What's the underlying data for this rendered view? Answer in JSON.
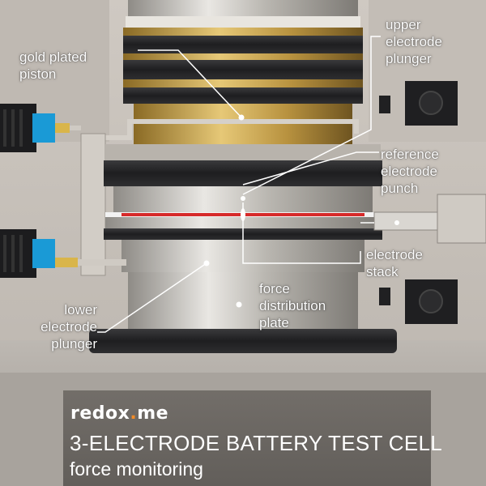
{
  "brand": {
    "name_main": "redox",
    "name_accent": ".",
    "name_end": "me"
  },
  "title": "3-ELECTRODE BATTERY TEST CELL",
  "subtitle": "force monitoring",
  "labels": {
    "gold_plated_piston": "gold plated\npiston",
    "upper_electrode_plunger": "upper\nelectrode\nplunger",
    "reference_electrode_punch": "reference\nelectrode\npunch",
    "electrode_stack": "electrode\nstack",
    "force_distribution_plate": "force\ndistribution\nplate",
    "lower_electrode_plunger": "lower\nelectrode\nplunger"
  },
  "colors": {
    "housing": "#c5bfb8",
    "gold": "#c9a24a",
    "dark_ring": "#2b2b2d",
    "connector_blue": "#1a9ad6",
    "separator_red": "#d62a2a",
    "brand_accent": "#f28c28"
  }
}
